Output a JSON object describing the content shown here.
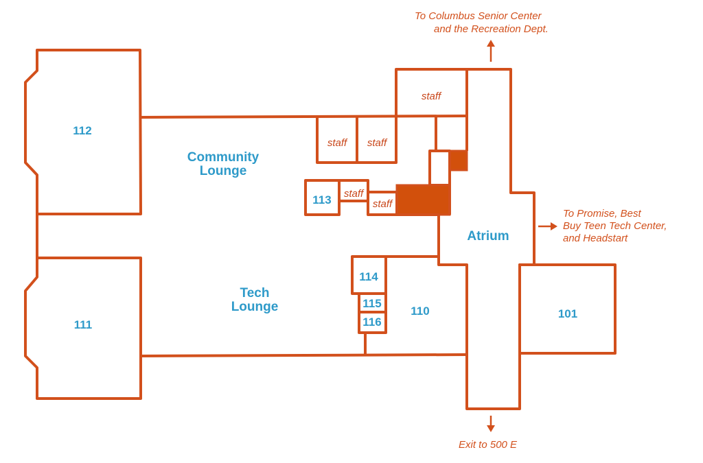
{
  "map": {
    "rooms": {
      "r112": "112",
      "r111": "111",
      "r113": "113",
      "r114": "114",
      "r115": "115",
      "r116": "116",
      "r110": "110",
      "r101": "101"
    },
    "areas": {
      "community_lounge": [
        "Community",
        "Lounge"
      ],
      "tech_lounge": [
        "Tech",
        "Lounge"
      ],
      "atrium": "Atrium"
    },
    "staff_label": "staff",
    "directions": {
      "north": [
        "To Columbus Senior Center",
        "and the Recreation Dept."
      ],
      "east": [
        "To Promise, Best",
        "Buy Teen Tech Center,",
        "and Headstart"
      ],
      "south": "Exit to 500 E"
    },
    "colors": {
      "walls": "#d2501c",
      "room_labels": "#2e9ac9"
    }
  }
}
